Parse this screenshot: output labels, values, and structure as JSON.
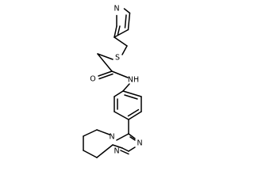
{
  "molecule": {
    "atom_labels": {
      "n_pyridine": "N",
      "sulfur": "S",
      "oxygen": "O",
      "amide_nh": "NH",
      "n_triazole_bridge": "N",
      "n_triazole_a": "N",
      "n_triazole_b": "N"
    },
    "colors": {
      "background": "#ffffff",
      "bond": "#000000",
      "label": "#000000"
    }
  }
}
